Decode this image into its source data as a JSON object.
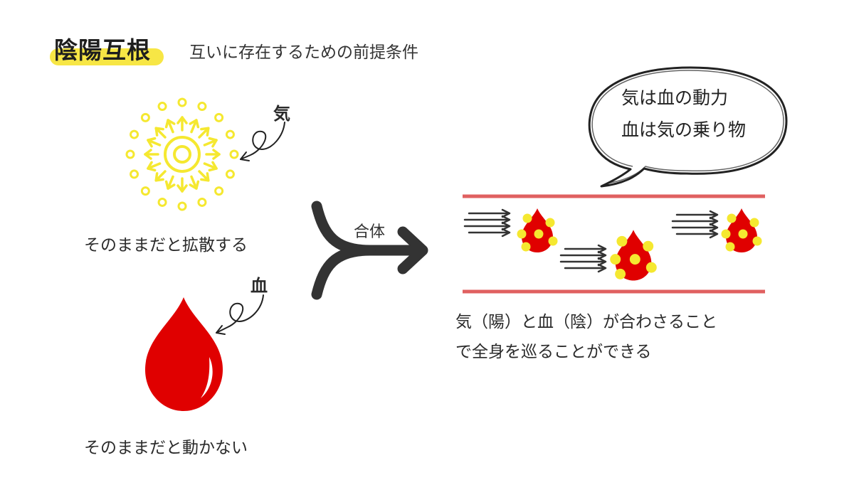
{
  "header": {
    "title": "陰陽互根",
    "subtitle": "互いに存在するための前提条件"
  },
  "left": {
    "qi_label": "気",
    "qi_caption": "そのままだと拡散する",
    "blood_label": "血",
    "blood_caption": "そのままだと動かない"
  },
  "merge": {
    "label": "合体"
  },
  "speech": {
    "line1": "気は血の動力",
    "line2": "血は気の乗り物"
  },
  "result": {
    "line1": "気（陽）と血（陰）が合わさること",
    "line2": "で全身を巡ることができる"
  },
  "colors": {
    "highlight": "#f7e645",
    "sun_yellow": "#f5e830",
    "blood_red": "#e00000",
    "vessel_line": "#e06060",
    "arrow_dark": "#333333"
  }
}
